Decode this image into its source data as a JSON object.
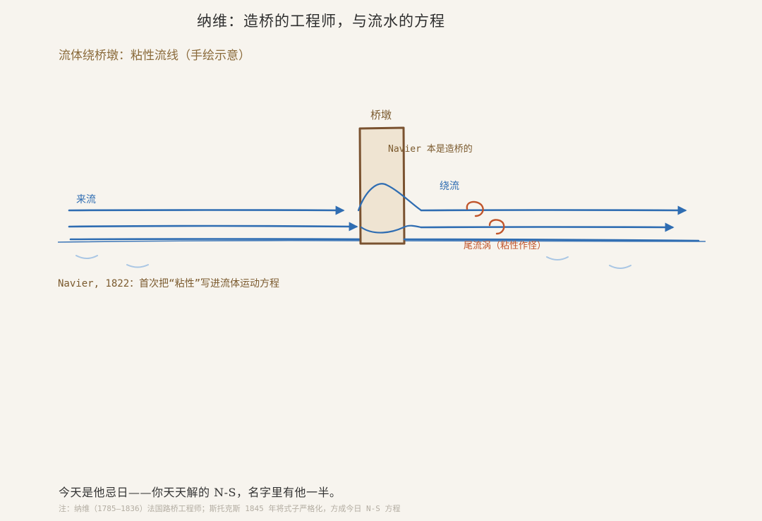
{
  "title": "纳维：造桥的工程师，与流水的方程",
  "subtitle": "流体绕桥墩：粘性流线（手绘示意）",
  "diagram": {
    "pier_label": "桥墩",
    "pier_note": "Navier 本是造桥的",
    "inflow_label": "来流",
    "detour_label": "绕流",
    "wake_label": "尾流涡（粘性作怪）",
    "colors": {
      "stream": "#2f6db2",
      "pier_fill": "#efe4d2",
      "pier_border": "#7a5230",
      "vortex": "#c0542a",
      "ripple": "#a9c6e4",
      "label_brown": "#7b5a2e"
    }
  },
  "caption": "Navier, 1822：首次把“粘性”写进流体运动方程",
  "footer": {
    "main": "今天是他忌日——你天天解的 N-S，名字里有他一半。",
    "note": "注：纳维（1785–1836）法国路桥工程师；斯托克斯 1845 年将式子严格化，方成今日 N-S 方程"
  }
}
